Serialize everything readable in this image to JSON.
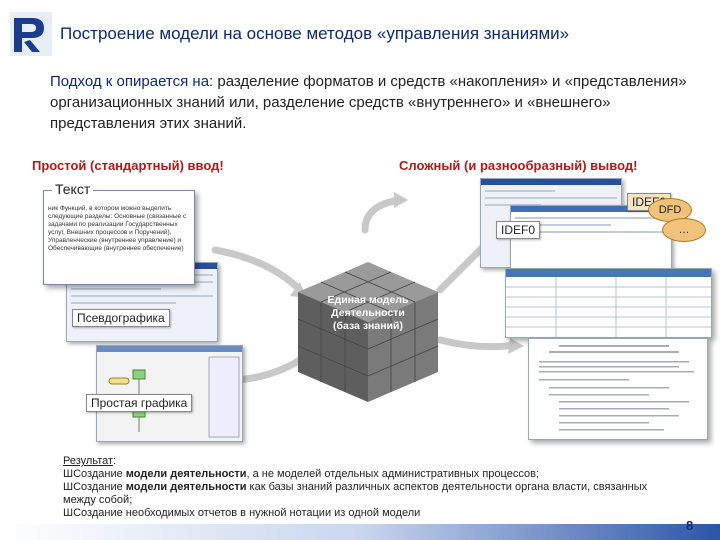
{
  "title": "Построение модели на основе методов «управления знаниями»",
  "intro": {
    "lead": "Подход к опирается на:",
    "rest": " разделение форматов и средств «накопления» и «представления» организационных знаний или, разделение средств «внутреннего» и «внешнего» представления этих знаний."
  },
  "left_header": "Простой (стандартный) ввод!",
  "right_header": "Сложный (и разнообразный) вывод!",
  "inputs": {
    "text_label": "Текст",
    "text_body": "ник Функций, в котором можно выделить следующие разделы: Основные (связанные с задачами по реализации Государственных услуг, Внешних процессов и Поручений), Управленческие (внутреннее управление) и Обеспечивающие (внутреннее обеспечение)",
    "pseudo_label": "Псевдографика",
    "simple_label": "Простая графика"
  },
  "cube_label": "Единая модель Деятельности (база знаний)",
  "outputs": {
    "idef0_a": "IDEF0",
    "idef0_b": "IDEF0",
    "dfd": "DFD",
    "more": "…"
  },
  "result": {
    "heading": "Результат",
    "items": [
      {
        "bullet": "Ш",
        "pre": "Создание ",
        "bold": "модели деятельности",
        "post": ", а не моделей отдельных административных процессов;"
      },
      {
        "bullet": "Ш",
        "pre": "Создание ",
        "bold": "модели деятельности",
        "post": " как базы знаний различных аспектов деятельности органа власти, связанных между собой;"
      },
      {
        "bullet": "Ш",
        "pre": "Создание необходимых  отчетов в нужной нотации из одной модели",
        "bold": "",
        "post": ""
      }
    ]
  },
  "page_number": "8",
  "colors": {
    "title": "#0a2a78",
    "headers": "#b41818",
    "bubble": "#f1c27a",
    "cube": "#6d6d6d"
  }
}
